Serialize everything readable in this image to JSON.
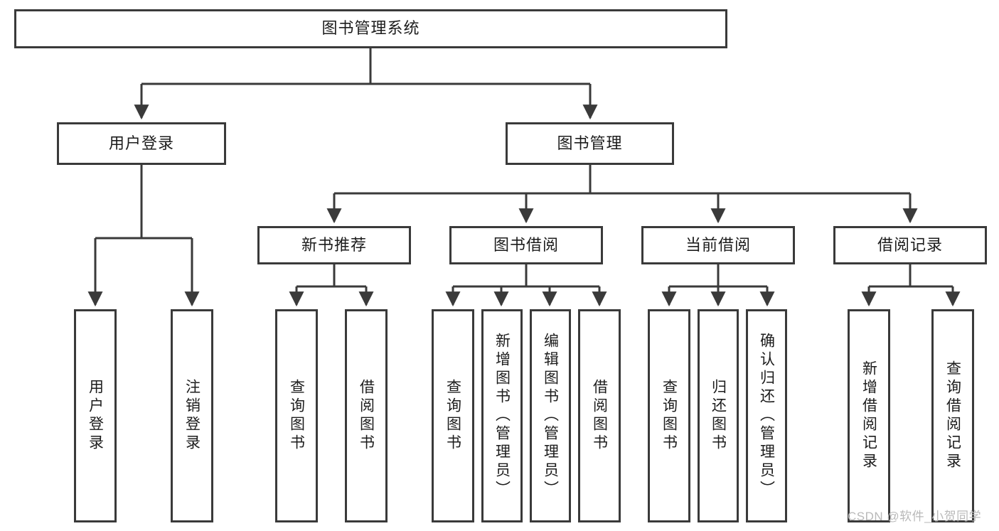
{
  "diagram": {
    "title": "图书管理系统",
    "watermark": "CSDN @软件_小贺同学",
    "colors": {
      "stroke": "#3a3a3a",
      "fill": "#ffffff",
      "text": "#1c1c1c",
      "watermark": "#b9b9b9"
    },
    "root": {
      "label": "图书管理系统"
    },
    "level1": [
      {
        "label": "用户登录"
      },
      {
        "label": "图书管理"
      }
    ],
    "level2": [
      {
        "label": "新书推荐"
      },
      {
        "label": "图书借阅"
      },
      {
        "label": "当前借阅"
      },
      {
        "label": "借阅记录"
      }
    ],
    "leaves": {
      "user_login": [
        {
          "label": "用户登录"
        },
        {
          "label": "注销登录"
        }
      ],
      "new_book_recommend": [
        {
          "label": "查询图书"
        },
        {
          "label": "借阅图书"
        }
      ],
      "book_borrow": [
        {
          "label": "查询图书"
        },
        {
          "label": "新增图书（管理员）"
        },
        {
          "label": "编辑图书（管理员）"
        },
        {
          "label": "借阅图书"
        }
      ],
      "current_borrow": [
        {
          "label": "查询图书"
        },
        {
          "label": "归还图书"
        },
        {
          "label": "确认归还（管理员）"
        }
      ],
      "borrow_records": [
        {
          "label": "新增借阅记录"
        },
        {
          "label": "查询借阅记录"
        }
      ]
    }
  }
}
